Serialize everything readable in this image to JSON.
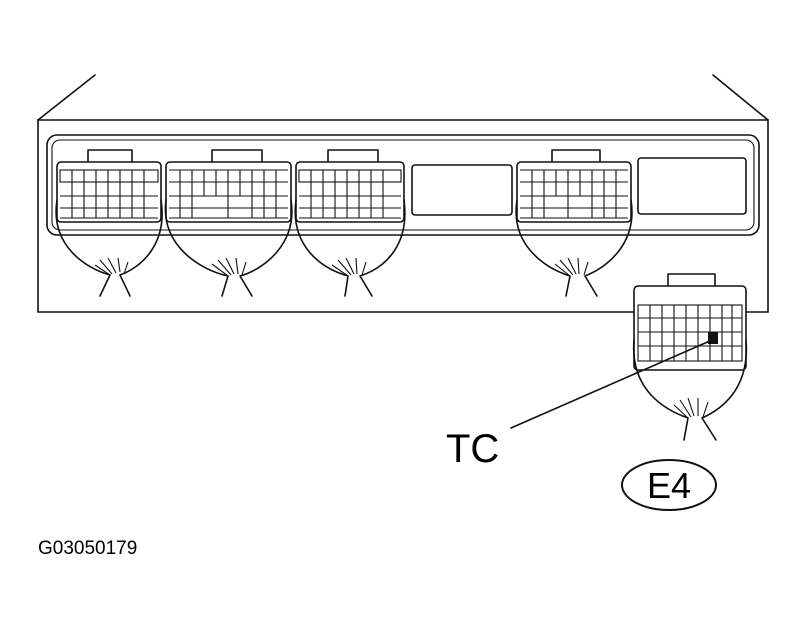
{
  "figure": {
    "callout_label": "TC",
    "connector_label": "E4",
    "figure_code": "G03050179"
  }
}
